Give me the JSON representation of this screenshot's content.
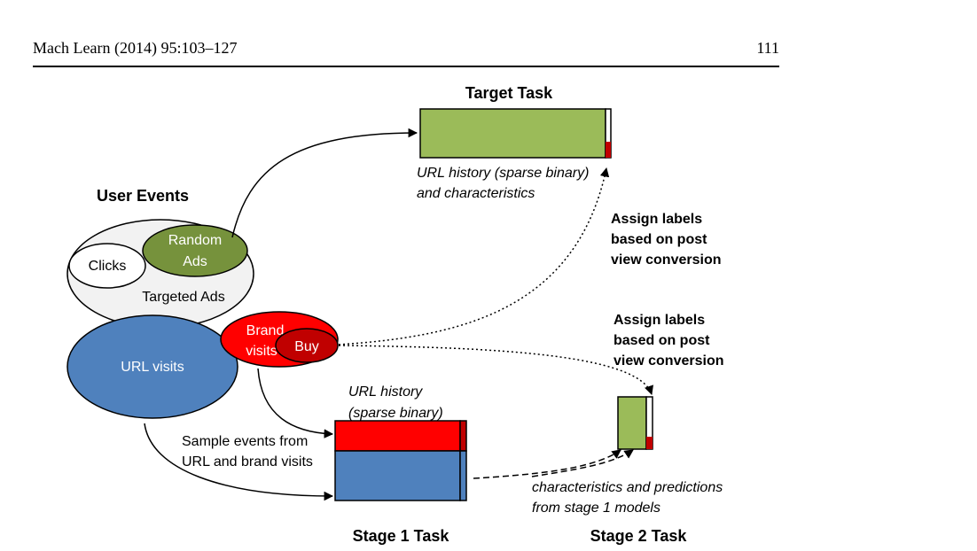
{
  "header": {
    "journal": "Mach Learn (2014) 95:103–127",
    "page_number": "111"
  },
  "figure": {
    "titles": {
      "target_task": "Target Task",
      "user_events": "User Events",
      "stage1_task": "Stage 1 Task",
      "stage2_task": "Stage 2 Task"
    },
    "ellipses": {
      "clicks": "Clicks",
      "random_ads_1": "Random",
      "random_ads_2": "Ads",
      "targeted_ads": "Targeted Ads",
      "url_visits": "URL visits",
      "brand_visits_1": "Brand",
      "brand_visits_2": "visits",
      "buy": "Buy"
    },
    "annotations": {
      "target_url_history_1": "URL history (sparse binary)",
      "target_url_history_2": "and characteristics",
      "assign_labels_top_1": "Assign labels",
      "assign_labels_top_2": "based on post",
      "assign_labels_top_3": "view conversion",
      "assign_labels_bottom_1": "Assign labels",
      "assign_labels_bottom_2": "based on post",
      "assign_labels_bottom_3": "view conversion",
      "stage1_url_history_1": "URL history",
      "stage1_url_history_2": "(sparse binary)",
      "sample_events_1": "Sample events from",
      "sample_events_2": "URL and brand visits",
      "stage2_features_1": "characteristics and predictions",
      "stage2_features_2": "from stage 1 models"
    },
    "colors": {
      "green": "#9bbb59",
      "dark_green": "#76923c",
      "blue": "#4f81bd",
      "red": "#ff0000",
      "dark_red": "#c00000",
      "light_gray": "#f2f2f2"
    }
  }
}
